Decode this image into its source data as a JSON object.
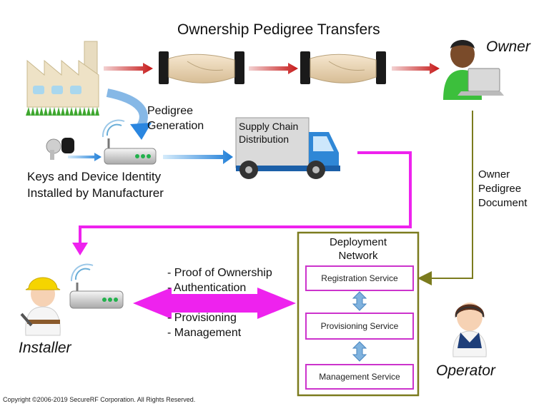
{
  "title": "Ownership Pedigree Transfers",
  "actors": {
    "owner": "Owner",
    "installer": "Installer",
    "operator": "Operator"
  },
  "labels": {
    "pedigree_generation": [
      "Pedigree",
      "Generation"
    ],
    "keys_identity": [
      "Keys and Device Identity",
      "Installed by Manufacturer"
    ],
    "truck_sign": [
      "Supply Chain",
      "Distribution"
    ],
    "owner_doc": [
      "Owner",
      "Pedigree",
      "Document"
    ],
    "ownership_items": [
      "- Proof of Ownership",
      "- Authentication"
    ],
    "provisioning_items": [
      "- Provisioning",
      "- Management"
    ]
  },
  "network": {
    "title": [
      "Deployment",
      "Network"
    ],
    "services": [
      "Registration Service",
      "Provisioning Service",
      "Management Service"
    ]
  },
  "colors": {
    "magenta": "#ee22ee",
    "red_arrow": "#cc2222",
    "blue_arrow": "#2a86e0",
    "olive": "#7b7b1e"
  },
  "copyright": "Copyright ©2006-2019 SecureRF Corporation. All Rights Reserved."
}
